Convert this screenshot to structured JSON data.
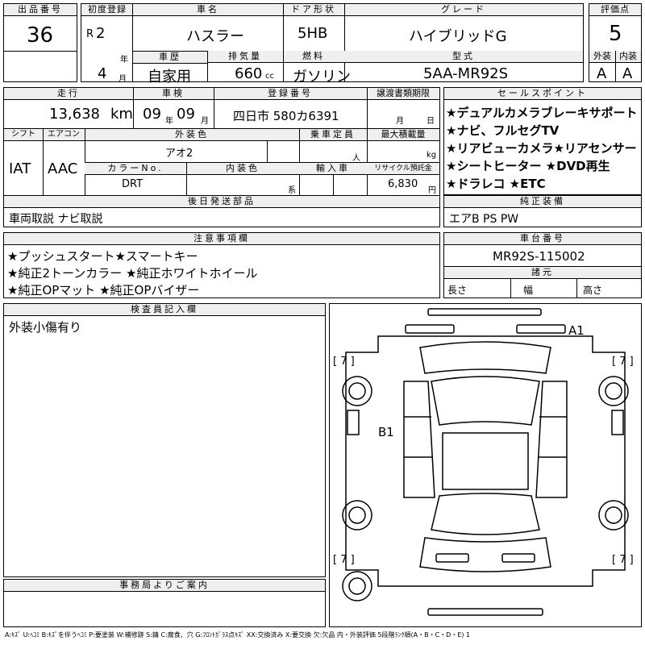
{
  "header": {
    "lot_label": "出品番号",
    "lot_value": "36",
    "first_reg_label": "初度登録",
    "era": "R",
    "reg_year": "2",
    "year_unit": "年",
    "reg_month": "4",
    "month_unit": "月",
    "name_label": "車名",
    "name_value": "ハスラー",
    "door_label": "ドア形状",
    "door_value": "5HB",
    "grade_label": "グレード",
    "grade_value": "ハイブリッドG",
    "score_label": "評価点",
    "score_value": "5",
    "history_label": "車歴",
    "history_value": "自家用",
    "displacement_label": "排気量",
    "displacement_value": "660",
    "displacement_unit": "cc",
    "fuel_label": "燃料",
    "fuel_value": "ガソリン",
    "model_label": "型式",
    "model_value": "5AA-MR92S",
    "ext_label": "外装",
    "ext_value": "A",
    "int_label": "内装",
    "int_value": "A"
  },
  "row2": {
    "mileage_label": "走行",
    "mileage_value": "13,638",
    "mileage_unit": "km",
    "inspection_label": "車検",
    "insp_year": "09",
    "insp_year_unit": "年",
    "insp_month": "09",
    "insp_month_unit": "月",
    "plate_label": "登録番号",
    "plate_value": "四日市 580カ6391",
    "transfer_label": "譲渡書類期限",
    "transfer_month": "月",
    "transfer_day": "日",
    "shift_label": "シフト",
    "shift_value": "IAT",
    "ac_label": "エアコン",
    "ac_value": "AAC",
    "color_label": "外装色",
    "color_value": "アオ2",
    "capacity_label": "乗車定員",
    "capacity_unit": "人",
    "load_label": "最大積載量",
    "load_unit": "kg",
    "colorno_label": "カラーNo.",
    "colorno_value": "DRT",
    "interior_label": "内装色",
    "interior_unit": "系",
    "import_label": "輸入車",
    "recycle_label": "リサイクル預託金",
    "recycle_value": "6,830",
    "recycle_unit": "円",
    "later_label": "後日発送部品",
    "later_value": "車両取説 ナビ取説"
  },
  "selling": {
    "label": "セールスポイント",
    "items": [
      "★デュアルカメラブレーキサポート",
      "★ナビ、フルセグTV",
      "★リアビューカメラ★リアセンサー",
      "★シートヒーター ★DVD再生",
      "★ドラレコ ★ETC"
    ]
  },
  "equipment": {
    "label": "純正装備",
    "value": "エアB PS PW"
  },
  "notes": {
    "label": "注意事項欄",
    "lines": [
      "★プッシュスタート★スマートキー",
      "★純正2トーンカラー ★純正ホワイトホイール",
      "★純正OPマット ★純正OPバイザー"
    ]
  },
  "chassis": {
    "label": "車台番号",
    "value": "MR92S-115002"
  },
  "specs": {
    "label": "諸元",
    "length": "長さ",
    "width": "幅",
    "height": "高さ"
  },
  "inspector": {
    "label": "検査員記入欄",
    "value": "外装小傷有り"
  },
  "office": {
    "label": "事務局よりご案内"
  },
  "diagram": {
    "marks": [
      "A1",
      "B1"
    ],
    "bracket": "[ 7 ]"
  },
  "legend": "A:ｷｽﾞ U:ﾍｺﾐ B:ｷｽﾞを伴うﾍｺﾐ P:要塗装 W:補修跡 S:錆 C:腐食、穴 G:ﾌﾛﾝﾄｶﾞﾗｽ点ｷｽﾞ XX:交換済み X:要交換 欠:欠品 内・外装評価 5段階ﾗﾝｸ順(A・B・C・D・E) 1"
}
